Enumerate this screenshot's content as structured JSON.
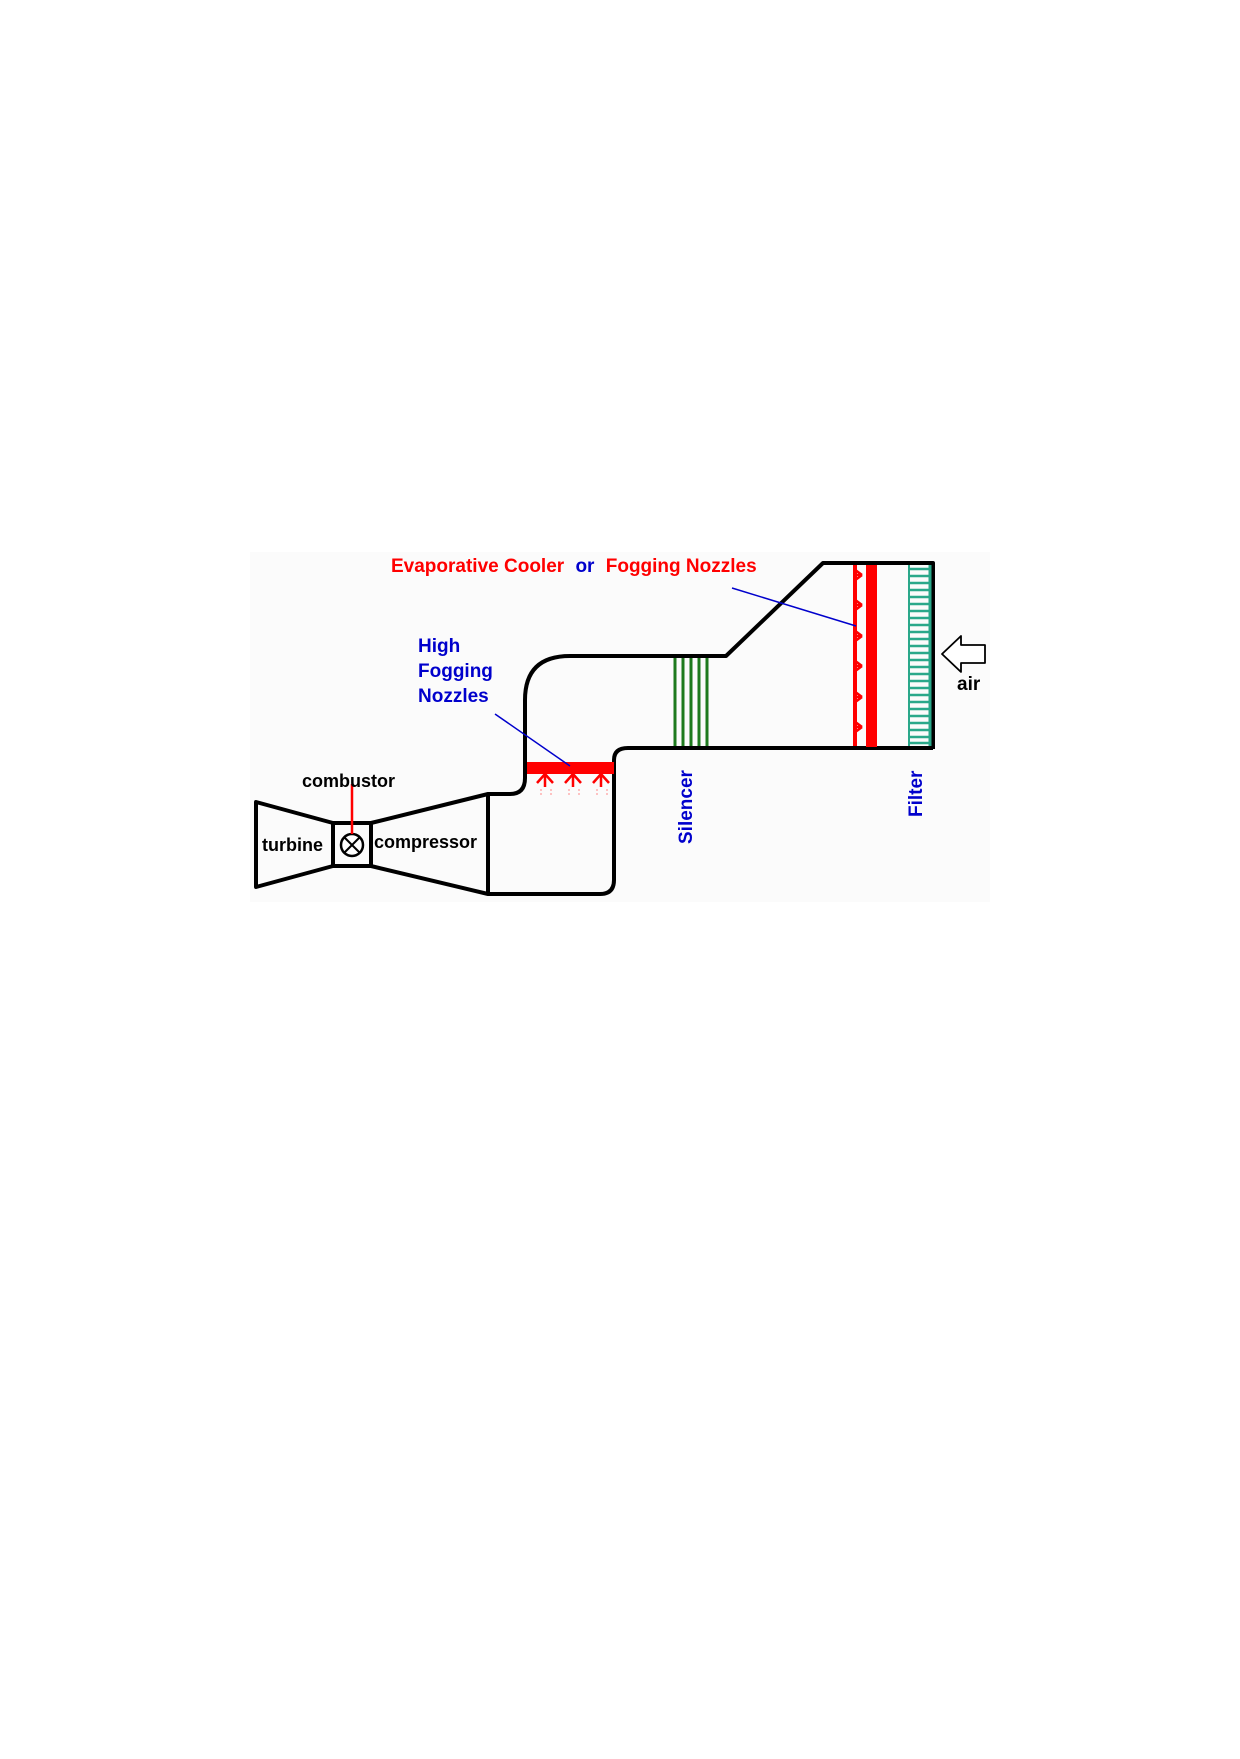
{
  "diagram": {
    "labels": {
      "evaporative_cooler": "Evaporative Cooler",
      "or_word": "or",
      "fogging_nozzles": "Fogging Nozzles",
      "high_fogging_line1": "High",
      "high_fogging_line2": "Fogging",
      "high_fogging_line3": "Nozzles",
      "combustor": "combustor",
      "turbine": "turbine",
      "compressor": "compressor",
      "silencer": "Silencer",
      "filter": "Filter",
      "air": "air"
    },
    "colors": {
      "outline": "#000000",
      "nozzle_red": "#ff0000",
      "label_blue": "#0000cc",
      "label_red": "#ff0000",
      "silencer_green": "#1e7a1e",
      "filter_teal": "#2aa88a",
      "leader_blue": "#0000cc"
    }
  }
}
